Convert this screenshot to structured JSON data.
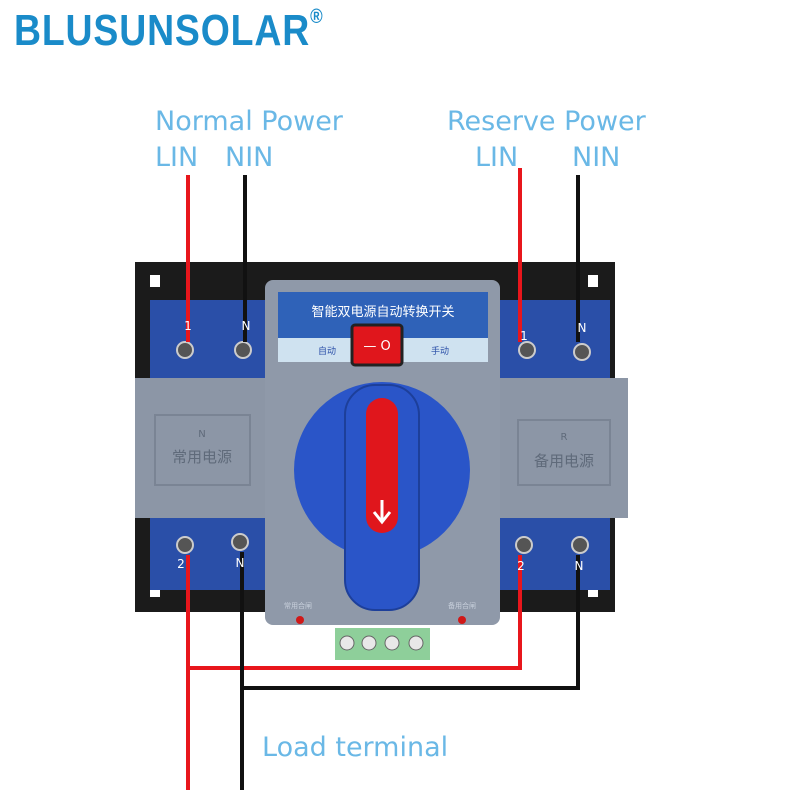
{
  "logo": {
    "text": "BLUSUNSOLAR",
    "mark": "®"
  },
  "labels": {
    "normal_power": "Normal Power",
    "normal_lin": "LIN",
    "normal_nin": "NIN",
    "reserve_power": "Reserve Power",
    "reserve_lin": "LIN",
    "reserve_nin": "NIN",
    "load_terminal": "Load terminal"
  },
  "device": {
    "panel_title": "智能双电源自动转换开关",
    "mode_auto": "自动",
    "mode_manual": "手动",
    "switch_symbol": "— O",
    "left_module": {
      "letter": "N",
      "name": "常用电源",
      "top_terminals": [
        "1",
        "N"
      ],
      "bottom_terminals": [
        "2",
        "N"
      ]
    },
    "right_module": {
      "letter": "R",
      "name": "备用电源",
      "top_terminals": [
        "1",
        "N"
      ],
      "bottom_terminals": [
        "2",
        "N"
      ]
    },
    "led_left": "常用合闸",
    "led_right": "备用合闸"
  },
  "colors": {
    "label_blue": "#6ab8e6",
    "logo_blue": "#1a8bc9",
    "logo_orange": "#e8702a",
    "wire_red": "#e8161c",
    "wire_black": "#111111",
    "module_blue": "#2a4fa8",
    "cover_grey": "#8c96a6"
  }
}
